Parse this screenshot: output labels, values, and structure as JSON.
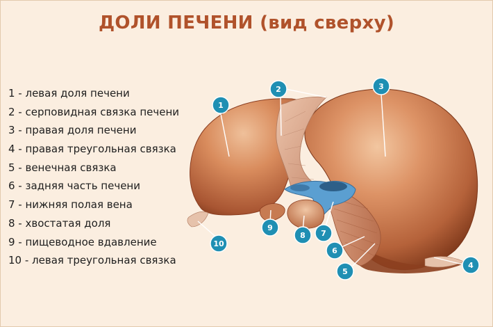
{
  "title": "ДОЛИ ПЕЧЕНИ (вид сверху)",
  "legend": [
    {
      "number": "1",
      "text": "1 - левая доля печени"
    },
    {
      "number": "2",
      "text": "2 - серповидная связка печени"
    },
    {
      "number": "3",
      "text": "3 - правая доля печени"
    },
    {
      "number": "4",
      "text": "4 - правая треугольная связка"
    },
    {
      "number": "5",
      "text": "5 - венечная связка"
    },
    {
      "number": "6",
      "text": "6 - задняя часть печени"
    },
    {
      "number": "7",
      "text": "7 - нижняя полая вена"
    },
    {
      "number": "8",
      "text": "8 - хвостатая доля"
    },
    {
      "number": "9",
      "text": "9 - пищеводное вдавление"
    },
    {
      "number": "10",
      "text": "10 - левая треугольная связка"
    }
  ],
  "callouts": [
    "1",
    "2",
    "3",
    "4",
    "5",
    "6",
    "7",
    "8",
    "9",
    "10"
  ],
  "colors": {
    "title": "#b0522b",
    "callout_fill": "#1f8fb3",
    "liver_light": "#e7a67c",
    "liver_dark": "#8a3d20",
    "ligament": "#d9a98e",
    "vein": "#5b9fd1"
  }
}
